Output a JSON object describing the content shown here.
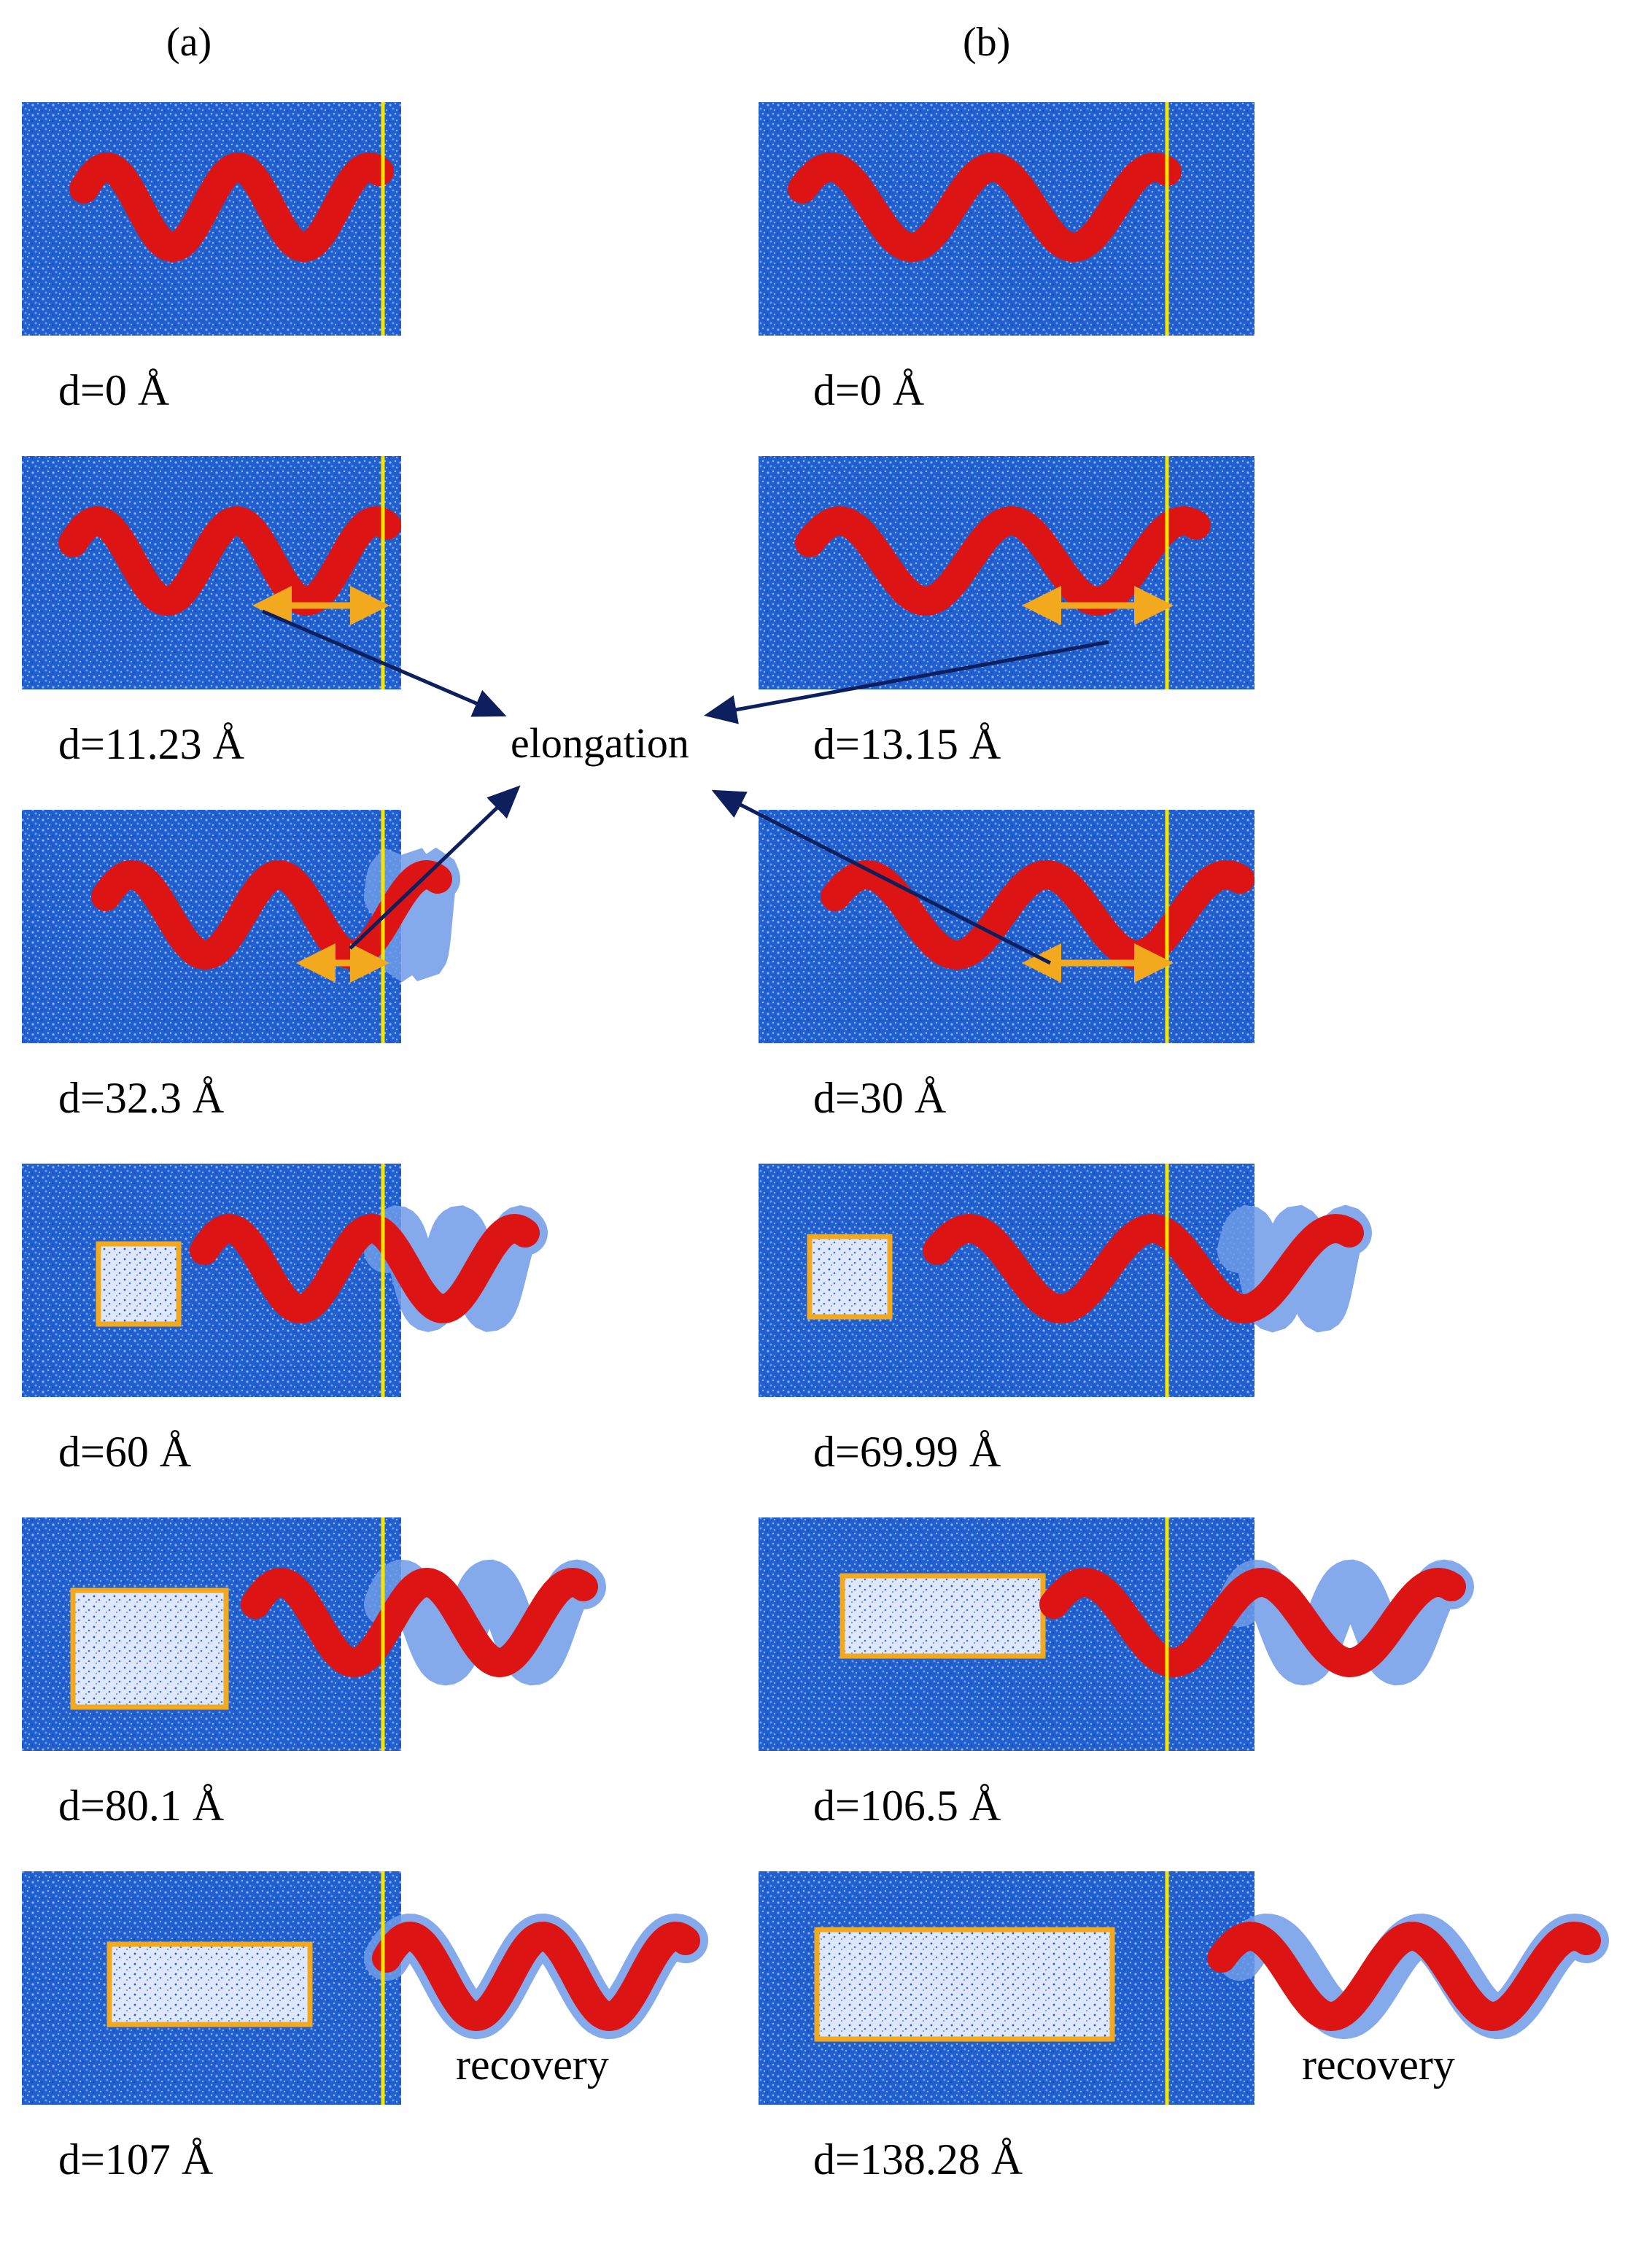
{
  "column_labels": [
    "(a)",
    "(b)"
  ],
  "columns": [
    {
      "label": "(a)",
      "panels": [
        {
          "d": "d=0 Å"
        },
        {
          "d": "d=11.23 Å"
        },
        {
          "d": "d=32.3 Å"
        },
        {
          "d": "d=60 Å"
        },
        {
          "d": "d=80.1 Å"
        },
        {
          "d": "d=107 Å",
          "note": "recovery"
        }
      ]
    },
    {
      "label": "(b)",
      "panels": [
        {
          "d": "d=0 Å"
        },
        {
          "d": "d=13.15 Å"
        },
        {
          "d": "d=30 Å"
        },
        {
          "d": "d=69.99 Å"
        },
        {
          "d": "d=106.5 Å"
        },
        {
          "d": "d=138.28 Å",
          "note": "recovery"
        }
      ]
    }
  ],
  "callout": "elongation",
  "colors": {
    "water": "#1f5fd0",
    "water_light": "#6f9be8",
    "chain": "#dc1414",
    "interface_line": "#f5e600",
    "box": "#f2a91e",
    "arrow_dark": "#0d1f5c",
    "arrow_orange": "#f2a91e"
  }
}
